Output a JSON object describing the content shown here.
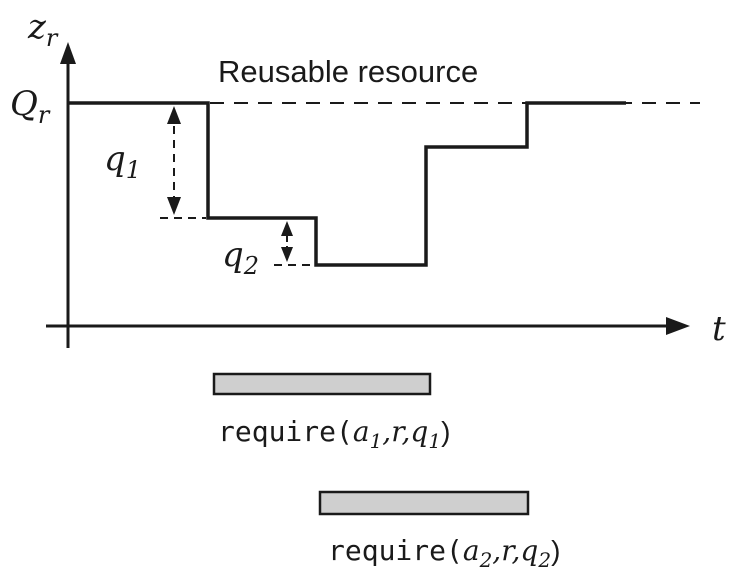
{
  "axes": {
    "y_label_main": "z",
    "y_label_sub": "r",
    "x_label": "t"
  },
  "title": "Reusable resource",
  "level_label": {
    "main": "Q",
    "sub": "r"
  },
  "deltas": [
    {
      "main": "q",
      "sub": "1"
    },
    {
      "main": "q",
      "sub": "2"
    }
  ],
  "requirements": [
    {
      "func": "require(",
      "a": "a",
      "a_sub": "1",
      "mid": ",r,",
      "q": "q",
      "q_sub": "1",
      "close": ")"
    },
    {
      "func": "require(",
      "a": "a",
      "a_sub": "2",
      "mid": ",r,",
      "q": "q",
      "q_sub": "2",
      "close": ")"
    }
  ],
  "colors": {
    "ink": "#1a1a1a",
    "bar_fill": "#cfcfcf"
  }
}
